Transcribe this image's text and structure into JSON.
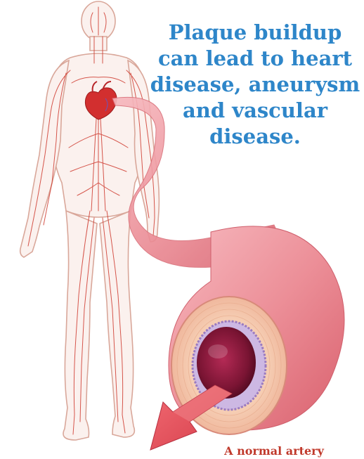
{
  "headline": {
    "lines": [
      "Plaque buildup",
      "can lead to heart",
      "disease, aneurysm",
      "and vascular",
      "disease."
    ]
  },
  "caption": "A normal artery",
  "colors": {
    "headline_text": "#2e86c9",
    "caption_text": "#c0392b",
    "body_outline": "#d9a79a",
    "vessels": "#cf3a2f",
    "artery_outer": "#ec8f98",
    "artery_wall": "#f3c3a6",
    "lining": "#9b7bc0",
    "lumen": "#7a1433"
  },
  "icons": [
    "human-body-figure",
    "heart-icon",
    "artery-cross-section",
    "direction-arrow-icon"
  ]
}
